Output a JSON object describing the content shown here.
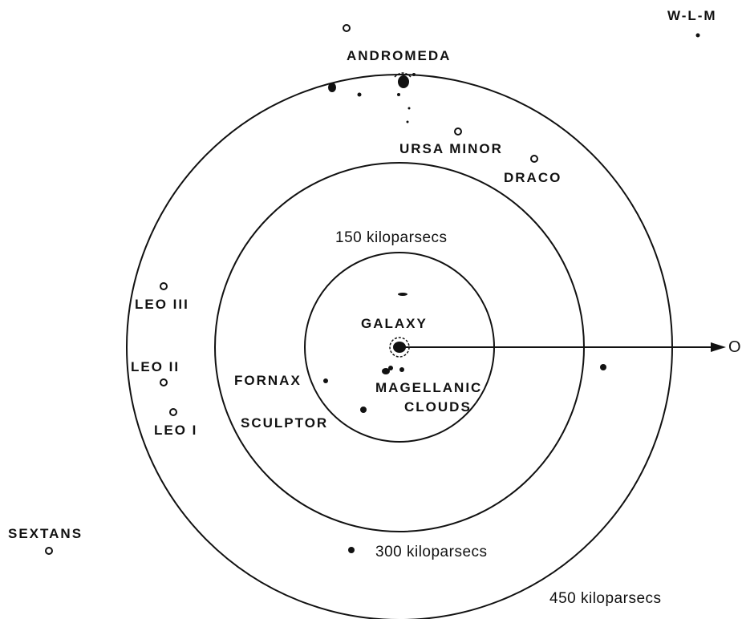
{
  "labels": {
    "wlm": "W-L-M",
    "andromeda": "ANDROMEDA",
    "ursa_minor": "URSA MINOR",
    "draco": "DRACO",
    "leo_iii": "LEO III",
    "leo_ii": "LEO II",
    "leo_i": "LEO I",
    "galaxy": "GALAXY",
    "fornax": "FORNAX",
    "sculptor": "SCULPTOR",
    "magellanic": "MAGELLANIC",
    "clouds": "CLOUDS",
    "sextans": "SEXTANS",
    "ring_150": "150 kiloparsecs",
    "ring_300": "300 kiloparsecs",
    "ring_450": "450 kiloparsecs",
    "axis_end": "O"
  },
  "colors": {
    "ink": "#111111",
    "paper": "#ffffff"
  }
}
